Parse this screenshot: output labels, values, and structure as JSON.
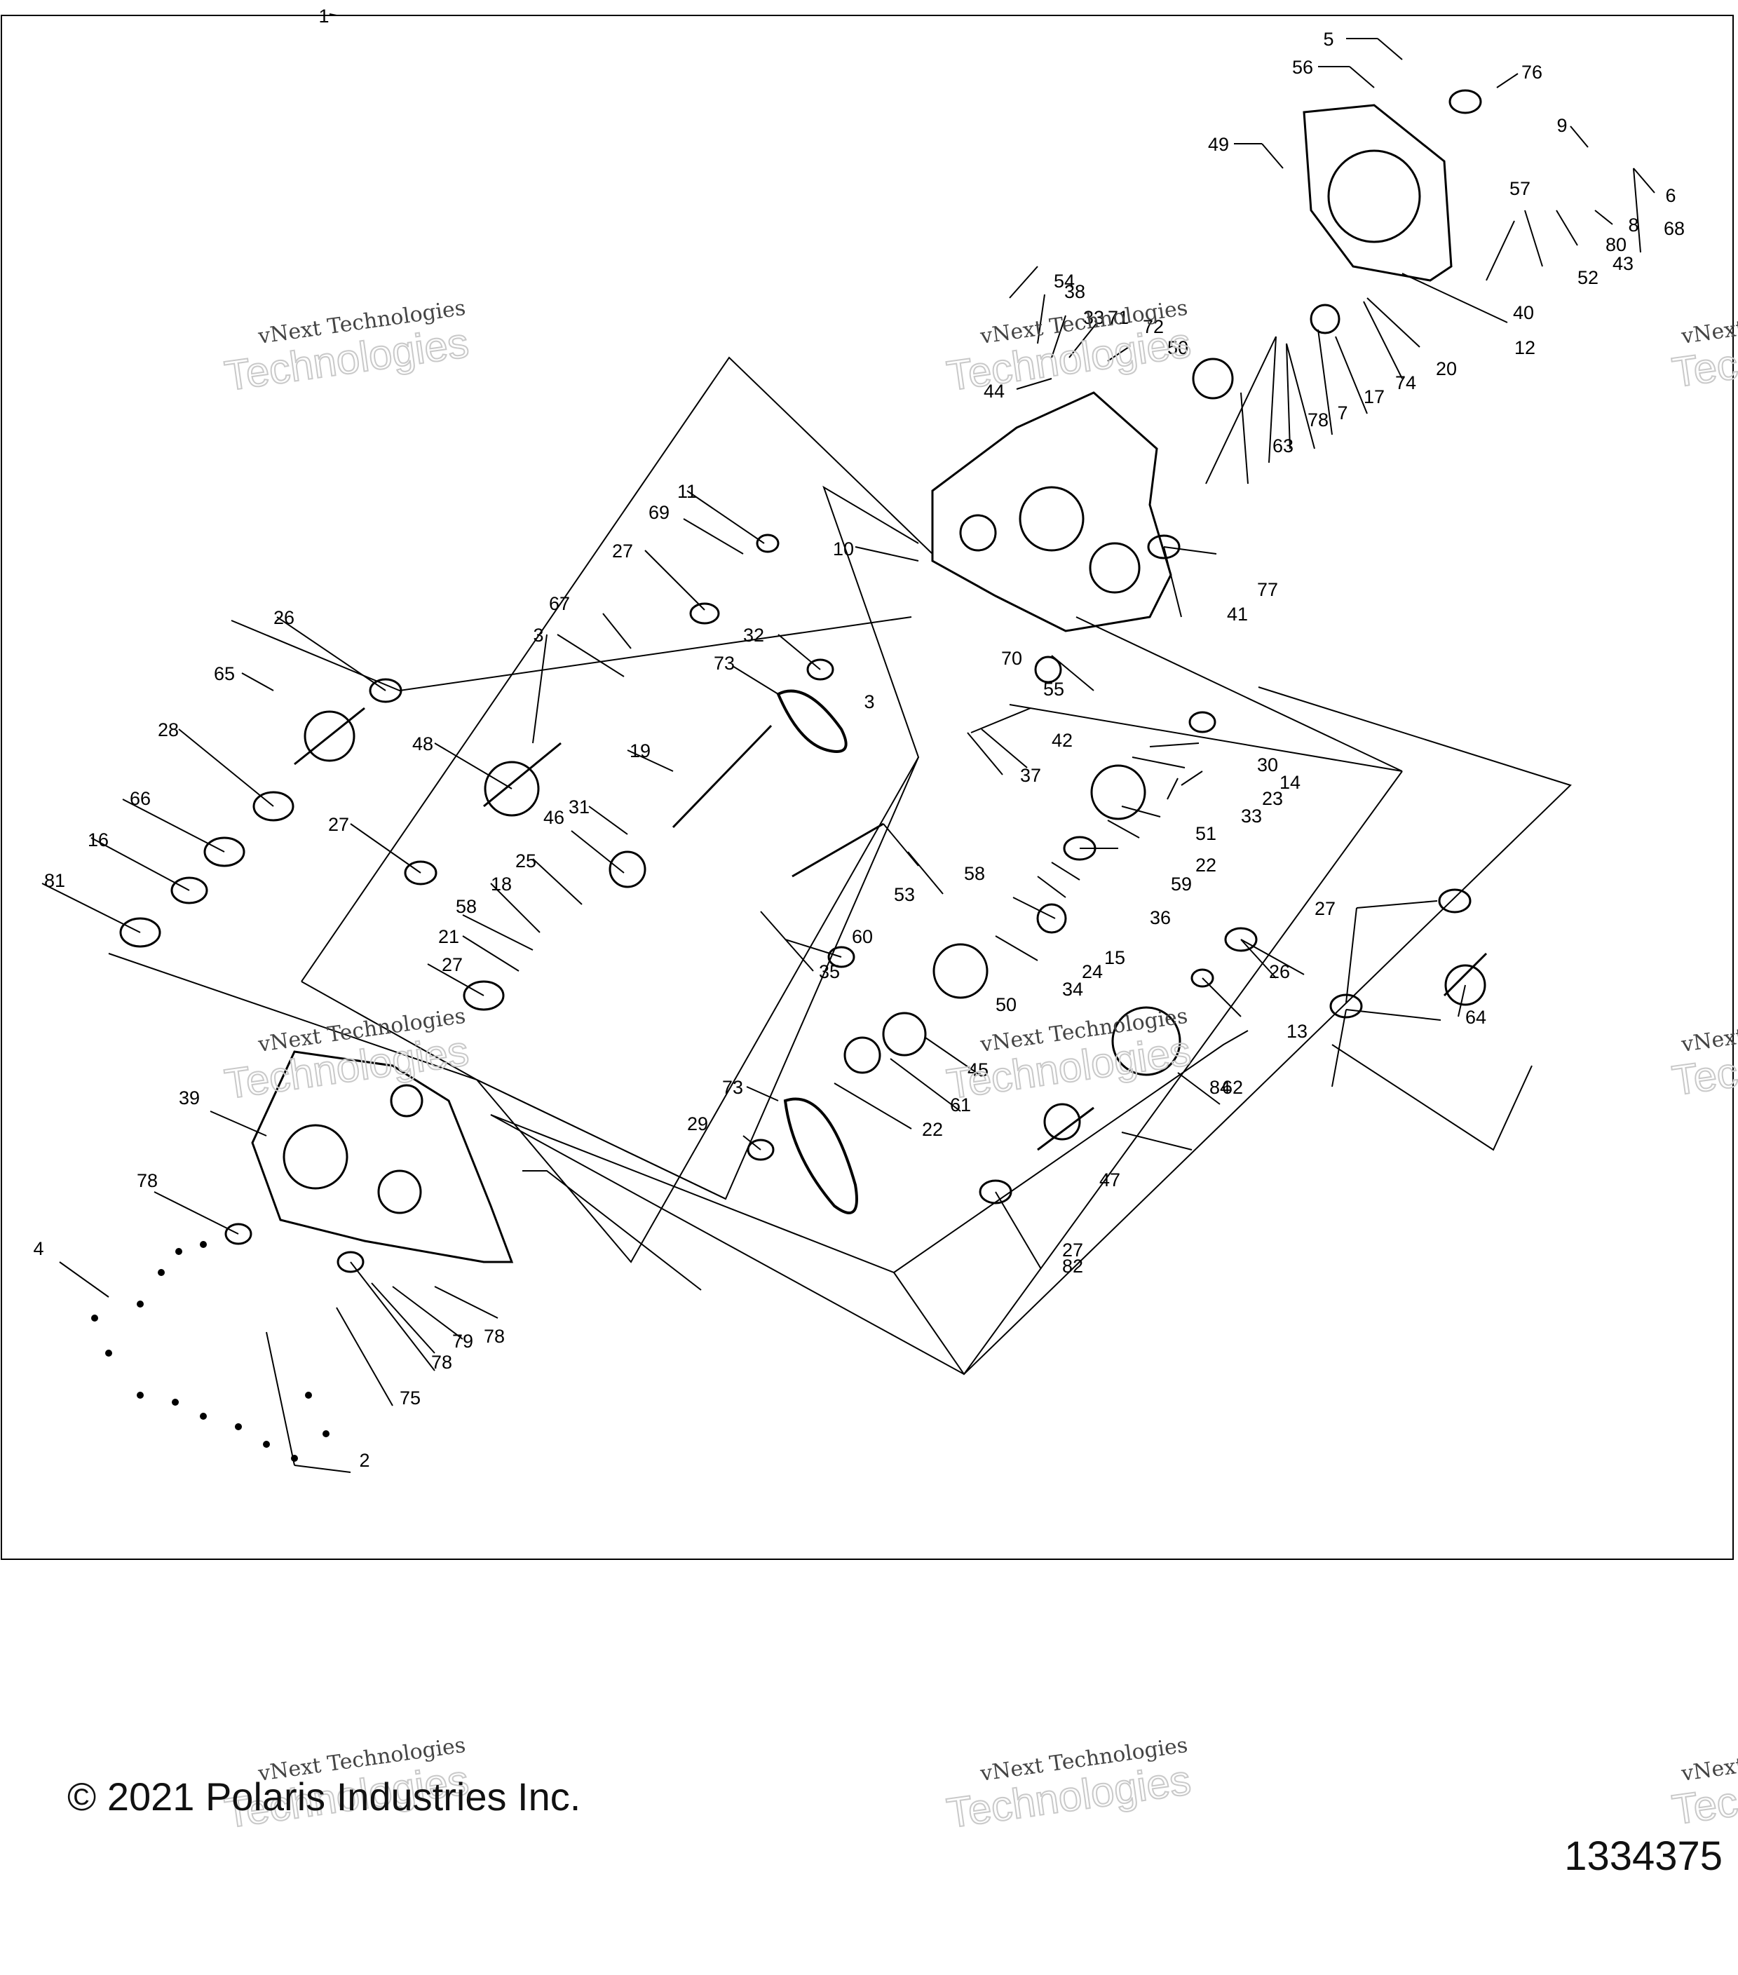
{
  "diagram": {
    "callouts": [
      "1",
      "2",
      "3",
      "3",
      "4",
      "5",
      "6",
      "7",
      "8",
      "9",
      "10",
      "11",
      "12",
      "13",
      "14",
      "15",
      "16",
      "17",
      "18",
      "19",
      "20",
      "21",
      "22",
      "22",
      "23",
      "24",
      "25",
      "26",
      "26",
      "27",
      "27",
      "27",
      "27",
      "27",
      "28",
      "29",
      "30",
      "31",
      "32",
      "33",
      "33",
      "34",
      "35",
      "36",
      "37",
      "38",
      "39",
      "40",
      "41",
      "42",
      "43",
      "44",
      "45",
      "46",
      "47",
      "48",
      "49",
      "50",
      "50",
      "51",
      "52",
      "53",
      "54",
      "55",
      "56",
      "57",
      "58",
      "58",
      "59",
      "60",
      "61",
      "62",
      "63",
      "64",
      "65",
      "66",
      "67",
      "68",
      "69",
      "70",
      "71",
      "72",
      "73",
      "73",
      "74",
      "75",
      "76",
      "77",
      "78",
      "78",
      "78",
      "78",
      "79",
      "80",
      "81",
      "82",
      "84"
    ],
    "watermarks": [
      {
        "line1": "vNext Technologies",
        "line2": "Technologies"
      },
      {
        "line1": "vNext Technologies",
        "line2": "Technologies"
      },
      {
        "line1": "vNext Technologies",
        "line2": "Technologies"
      },
      {
        "line1": "vNext Technologies",
        "line2": "Technologies"
      },
      {
        "line1": "vNext Technologies",
        "line2": "Technologies"
      },
      {
        "line1": "vNext Technologies",
        "line2": "Technologies"
      },
      {
        "line1": "vNext",
        "line2": "Tec"
      },
      {
        "line1": "vNext",
        "line2": "Tec"
      },
      {
        "line1": "vNext",
        "line2": "Tec"
      }
    ]
  },
  "footer": {
    "copyright": "© 2021 Polaris Industries Inc.",
    "doc_number": "1334375"
  }
}
